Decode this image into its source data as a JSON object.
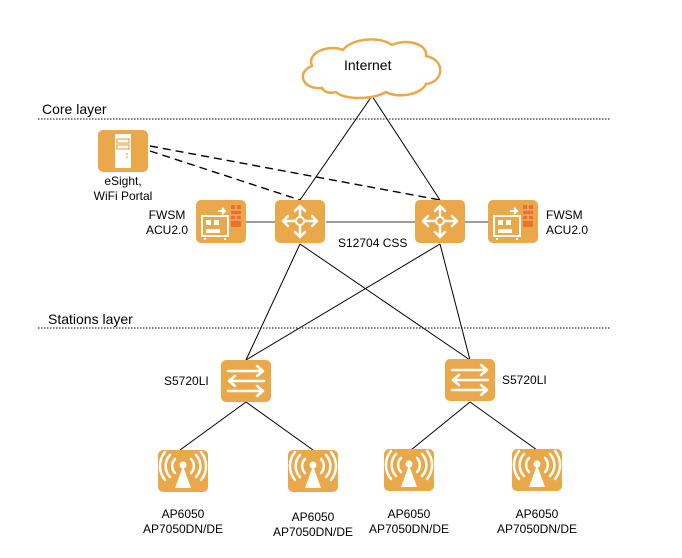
{
  "layers": {
    "core": "Core layer",
    "stations": "Stations layer"
  },
  "colors": {
    "device_fill": "#eba84a",
    "cloud_stroke": "#eba84a",
    "firewall_brick": "#e8732c",
    "line": "#000000",
    "core_link": "#7f7f7f"
  },
  "nodes": {
    "internet": {
      "label": "Internet",
      "icon": "cloud-icon"
    },
    "esight": {
      "label_line1": "eSight,",
      "label_line2": "WiFi Portal",
      "icon": "server-icon"
    },
    "fwsm_left": {
      "label_line1": "FWSM",
      "label_line2": "ACU2.0",
      "icon": "firewall-module-icon"
    },
    "fwsm_right": {
      "label_line1": "FWSM",
      "label_line2": "ACU2.0",
      "icon": "firewall-module-icon"
    },
    "core_switch_left": {
      "icon": "core-router-icon"
    },
    "core_switch_right": {
      "icon": "core-router-icon"
    },
    "core_cluster": {
      "label": "S12704 CSS"
    },
    "access_switch_left": {
      "label": "S5720LI",
      "icon": "switch-icon"
    },
    "access_switch_right": {
      "label": "S5720LI",
      "icon": "switch-icon"
    },
    "aps": [
      {
        "label_line1": "AP6050",
        "label_line2": "AP7050DN/DE",
        "icon": "access-point-icon"
      },
      {
        "label_line1": "AP6050",
        "label_line2": "AP7050DN/DE",
        "icon": "access-point-icon"
      },
      {
        "label_line1": "AP6050",
        "label_line2": "AP7050DN/DE",
        "icon": "access-point-icon"
      },
      {
        "label_line1": "AP6050",
        "label_line2": "AP7050DN/DE",
        "icon": "access-point-icon"
      }
    ]
  }
}
